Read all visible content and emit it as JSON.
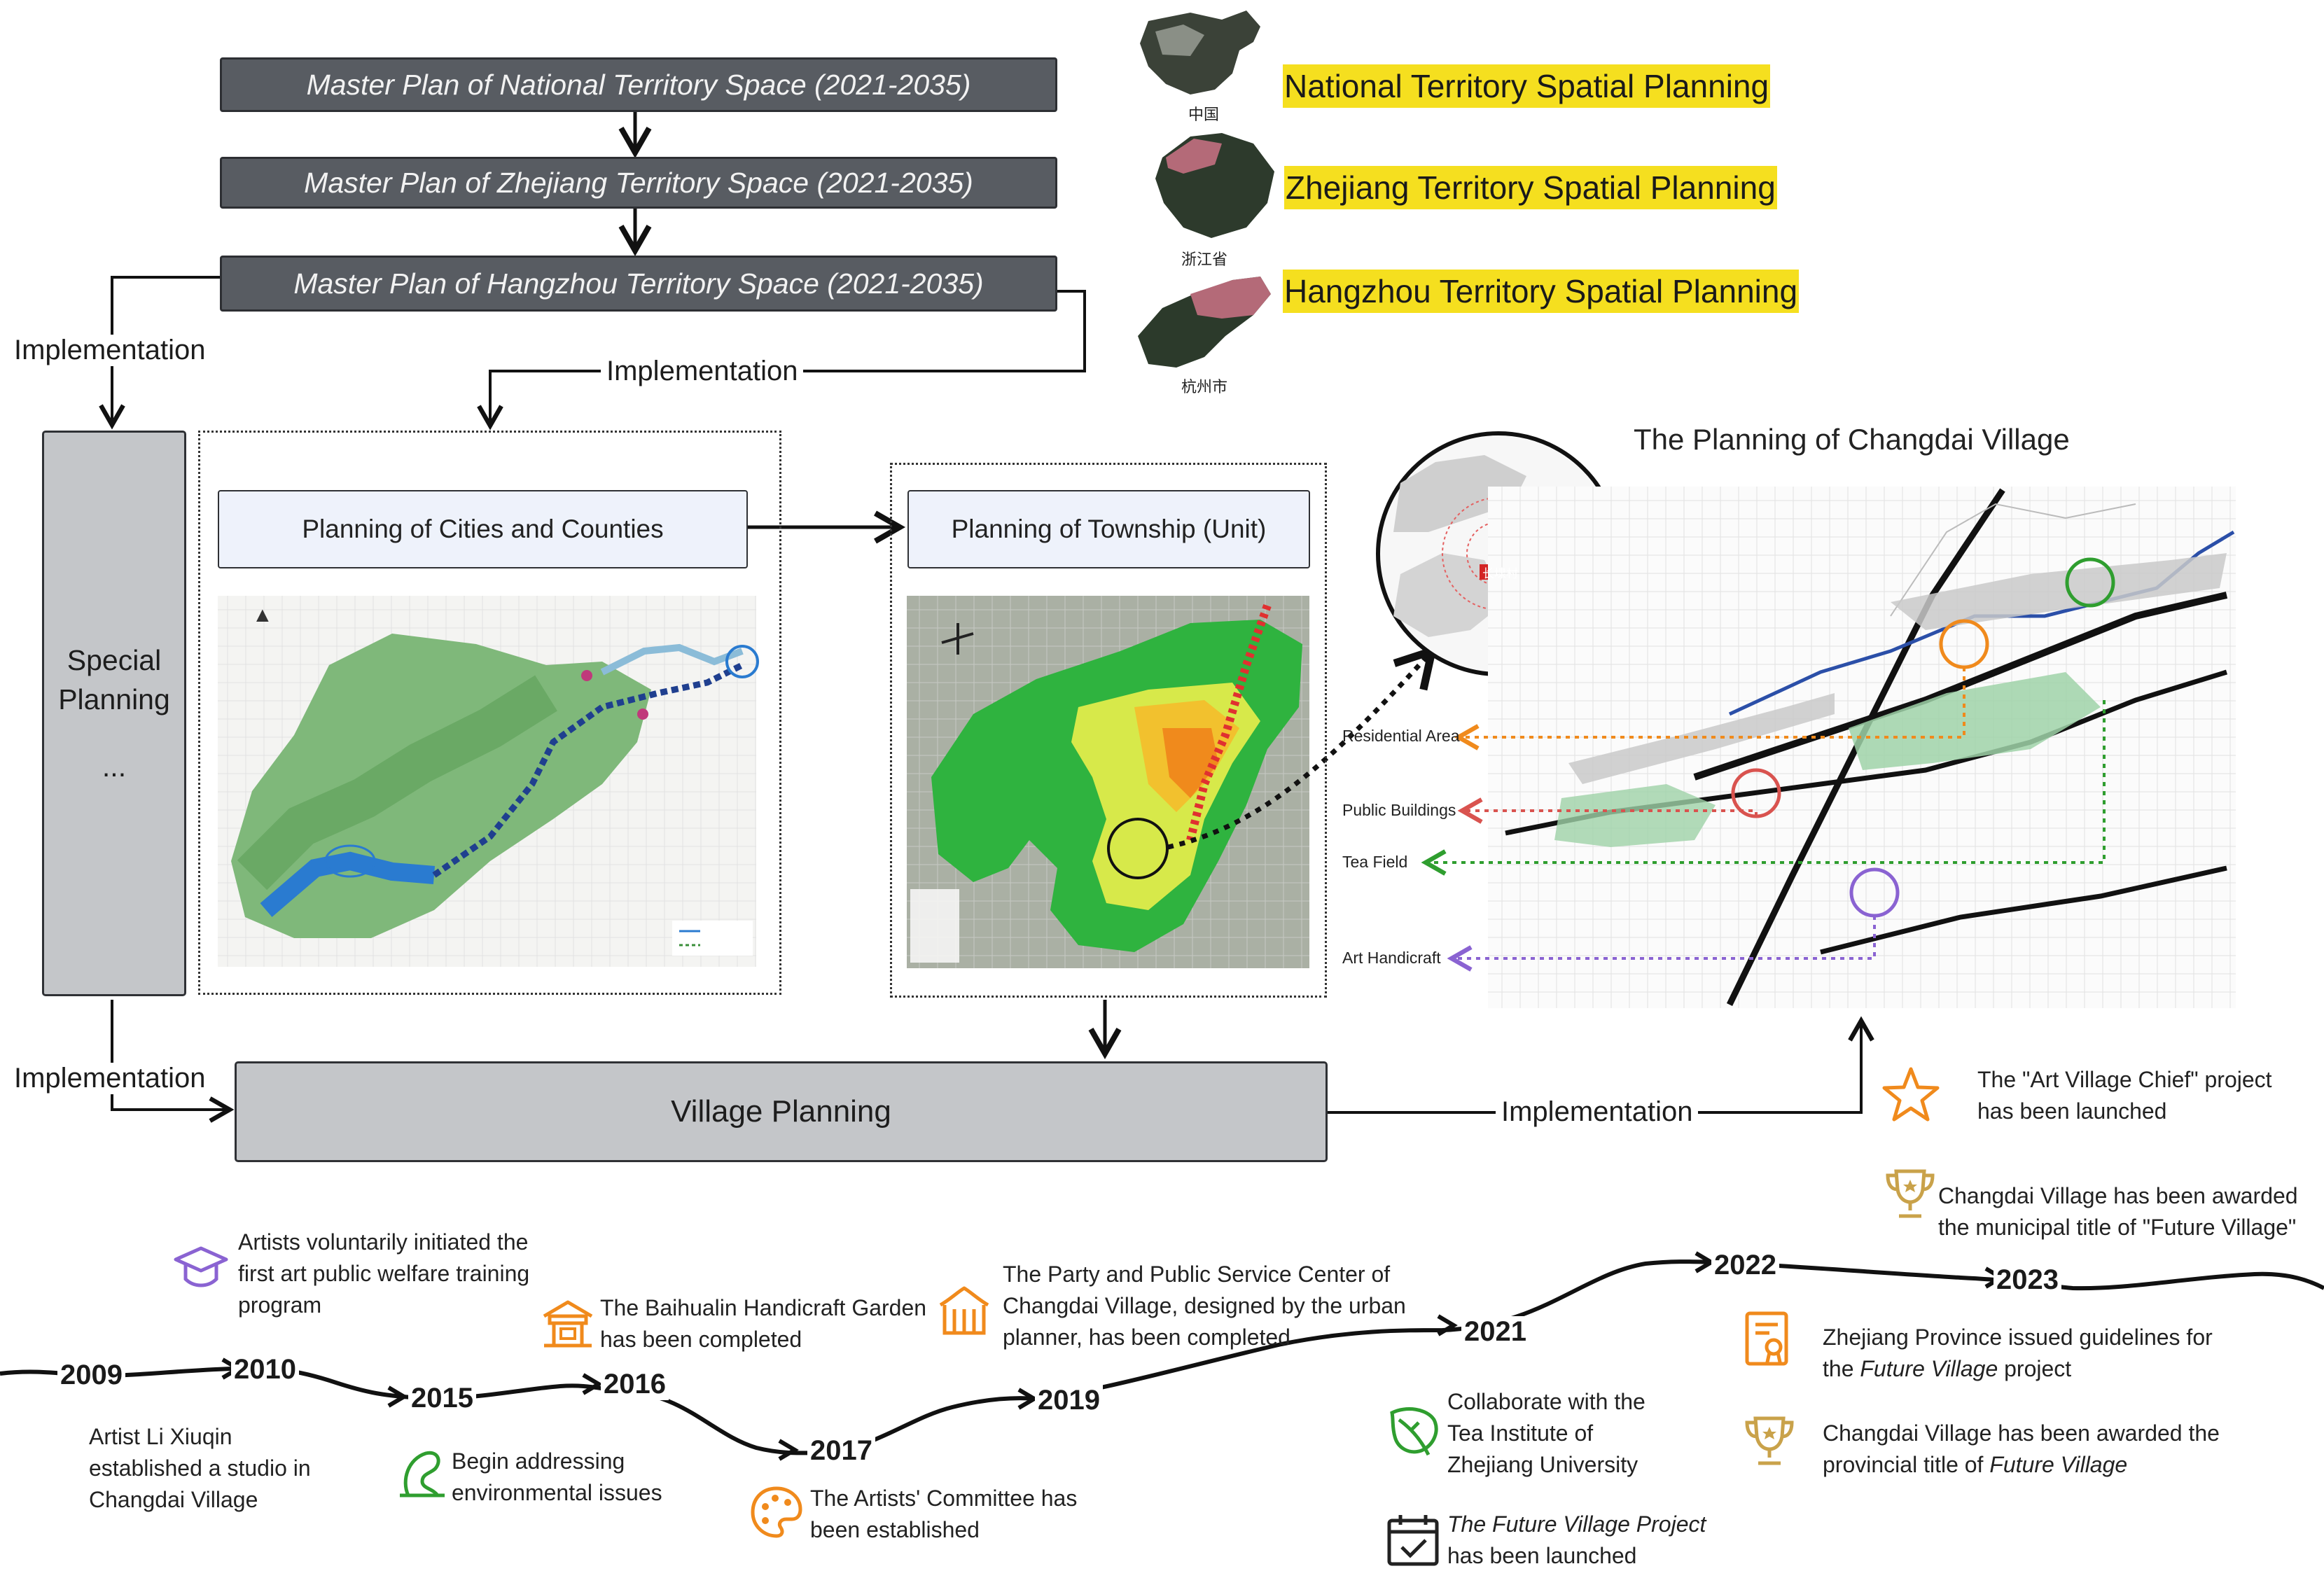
{
  "hierarchy": {
    "national": "Master Plan of National Territory Space (2021-2035)",
    "zhejiang": "Master Plan of Zhejiang Territory Space (2021-2035)",
    "hangzhou": "Master Plan of Hangzhou Territory Space (2021-2035)"
  },
  "map_labels": {
    "china": "中国",
    "zhejiang": "浙江省",
    "hangzhou": "杭州市"
  },
  "highlights": {
    "national": "National Territory Spatial Planning",
    "zhejiang": "Zhejiang Territory Spatial Planning",
    "hangzhou": "Hangzhou Territory Spatial Planning"
  },
  "implementation": {
    "left_top": "Implementation",
    "middle": "Implementation",
    "left_bottom": "Implementation",
    "right": "Implementation"
  },
  "special_planning": {
    "line1": "Special",
    "line2": "Planning",
    "line3": "..."
  },
  "boxes": {
    "cities": "Planning of  Cities and Counties",
    "township": "Planning of Township (Unit)",
    "village": "Village Planning"
  },
  "changdai": {
    "title": "The Planning of Changdai Village",
    "inset_label": "长埭村",
    "legend": {
      "residential": "Residential Area",
      "public": "Public Buildings",
      "tea": "Tea Field",
      "art": "Art Handicraft"
    }
  },
  "colors": {
    "residential": "#f08a1c",
    "public": "#d9534f",
    "tea": "#2f9e2f",
    "art": "#8a63d2",
    "highlight": "#f5df1f",
    "icon_orange": "#f08a1c",
    "icon_gold": "#c9a24a"
  },
  "timeline": {
    "years": [
      "2009",
      "2010",
      "2015",
      "2016",
      "2017",
      "2019",
      "2021",
      "2022",
      "2023"
    ],
    "events": {
      "e2009": "Artist Li Xiuqin established a studio in Changdai Village",
      "e2010": "Artists voluntarily initiated the first  art public welfare training program",
      "e2015": "Begin addressing environmental issues",
      "e2016": "The Baihualin Handicraft Garden has been completed",
      "e2017": "The Artists' Committee has been established",
      "e2019": "The Party and Public Service Center of Changdai Village, designed by the urban planner, has been completed",
      "e2021a": "Collaborate with the Tea Institute of Zhejiang University",
      "e2021b_italic": "The Future Village Project",
      "e2021b_rest": "has been launched",
      "e2022a_pre": "Zhejiang Province issued guidelines for the",
      "e2022a_italic": "Future Village",
      "e2022a_post": "project",
      "e2022b_pre": "Changdai Village has been awarded the provincial title of",
      "e2022b_italic": "Future Village",
      "e2023a": "The \"Art Village Chief\" project has been launched",
      "e2023b": "Changdai Village has been awarded the municipal title of \"Future Village\""
    }
  }
}
